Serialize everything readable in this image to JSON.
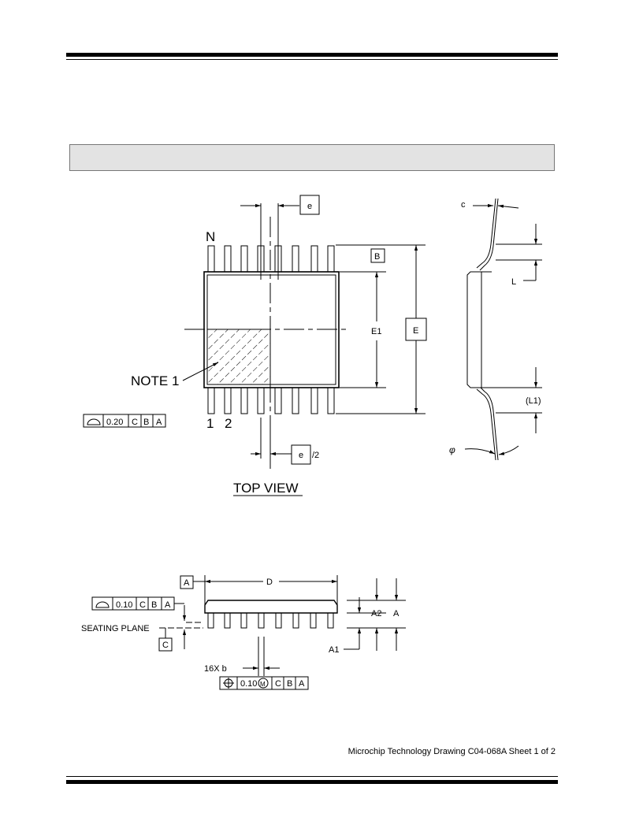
{
  "header": {
    "title": ""
  },
  "top_view": {
    "pin_n": "N",
    "pin_1": "1",
    "pin_2": "2",
    "note": "NOTE 1",
    "view_label": "TOP VIEW",
    "dim_e": "e",
    "dim_e_half": "/2",
    "datum_b": "B",
    "dim_e1": "E1",
    "dim_e_outer": "E",
    "fcf_profile": {
      "tolerance": "0.20",
      "datums": [
        "C",
        "B",
        "A"
      ]
    }
  },
  "side_view": {
    "dim_c": "c",
    "dim_l": "L",
    "dim_l1": "(L1)",
    "angle": "φ"
  },
  "bottom_view": {
    "datum_a": "A",
    "dim_d": "D",
    "fcf_profile": {
      "tolerance": "0.10",
      "datums": [
        "C",
        "B",
        "A"
      ]
    },
    "seating_plane": "SEATING PLANE",
    "datum_c": "C",
    "dim_a2": "A2",
    "dim_a": "A",
    "dim_a1": "A1",
    "dim_b": "16X b",
    "fcf_position": {
      "tolerance": "0.10",
      "modifier": "M",
      "datums": [
        "C",
        "B",
        "A"
      ]
    }
  },
  "footer": {
    "text": "Microchip Technology Drawing C04-068A Sheet 1 of 2"
  }
}
